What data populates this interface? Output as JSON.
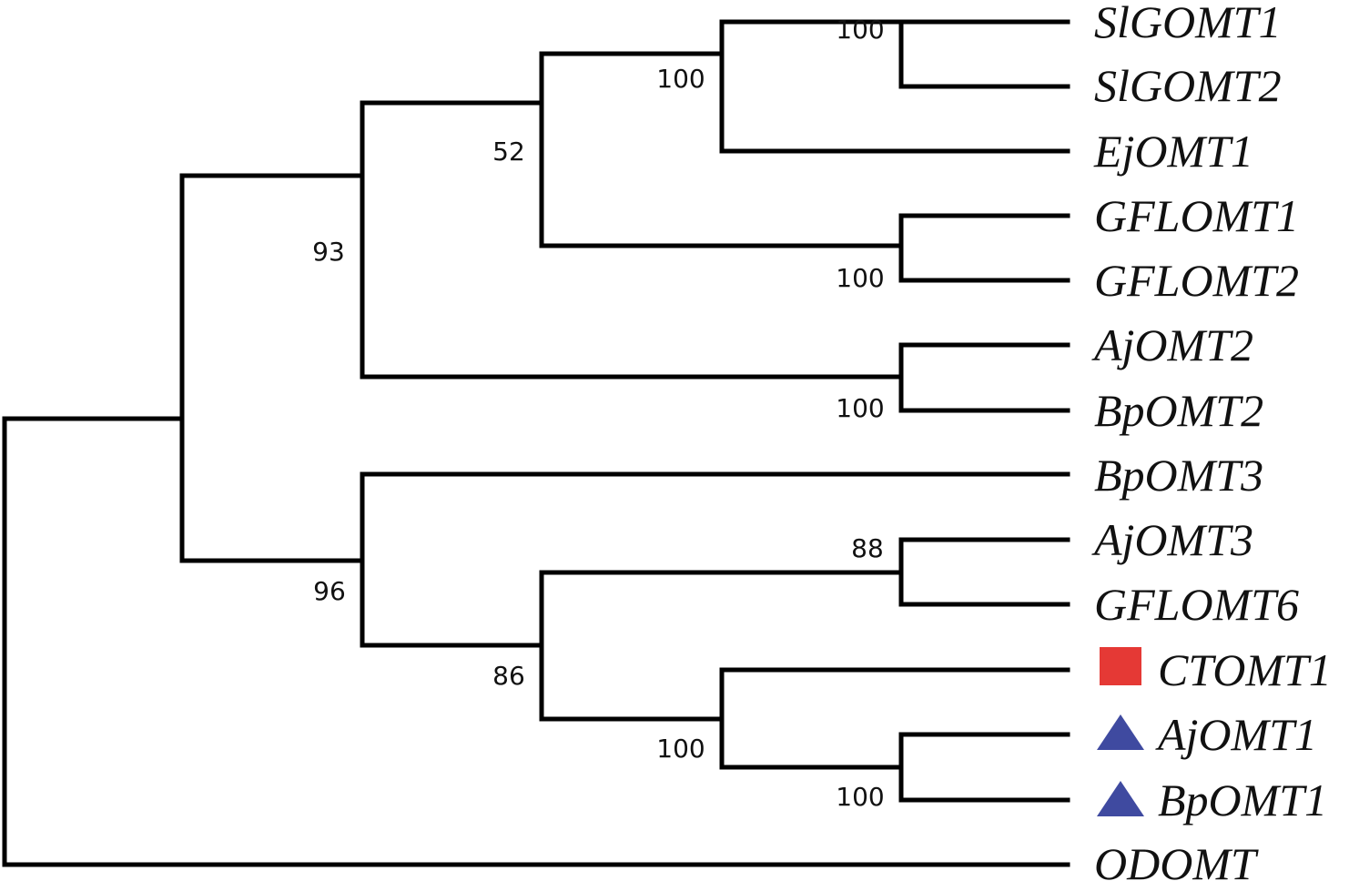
{
  "tree": {
    "taxa": [
      {
        "id": "t1",
        "label": "SlGOMT1"
      },
      {
        "id": "t2",
        "label": "SlGOMT2"
      },
      {
        "id": "t3",
        "label": "EjOMT1"
      },
      {
        "id": "t4",
        "label": "GFLOMT1"
      },
      {
        "id": "t5",
        "label": "GFLOMT2"
      },
      {
        "id": "t6",
        "label": "AjOMT2"
      },
      {
        "id": "t7",
        "label": "BpOMT2"
      },
      {
        "id": "t8",
        "label": "BpOMT3"
      },
      {
        "id": "t9",
        "label": "AjOMT3"
      },
      {
        "id": "t10",
        "label": "GFLOMT6"
      },
      {
        "id": "t11",
        "label": "CTOMT1",
        "marker": "red-square"
      },
      {
        "id": "t12",
        "label": "AjOMT1",
        "marker": "blue-triangle"
      },
      {
        "id": "t13",
        "label": "BpOMT1",
        "marker": "blue-triangle"
      },
      {
        "id": "t14",
        "label": "ODOMT"
      }
    ],
    "bootstrap": {
      "slgomt1_slgomt2": "100",
      "slgomt_ejomt1": "100",
      "ejomt_gflomt": "52",
      "gflomt1_gflomt2": "100",
      "clade_a": "93",
      "ajomt2_bpomt2": "100",
      "clade_b": "96",
      "ajomt3_gflomt6": "88",
      "ctomt_clade": "86",
      "ctomt1_ajbp": "100",
      "ajomt1_bpomt1": "100"
    },
    "colors": {
      "branch": "#000000",
      "red_square": "#e53935",
      "blue_triangle": "#3f4aa0"
    }
  }
}
